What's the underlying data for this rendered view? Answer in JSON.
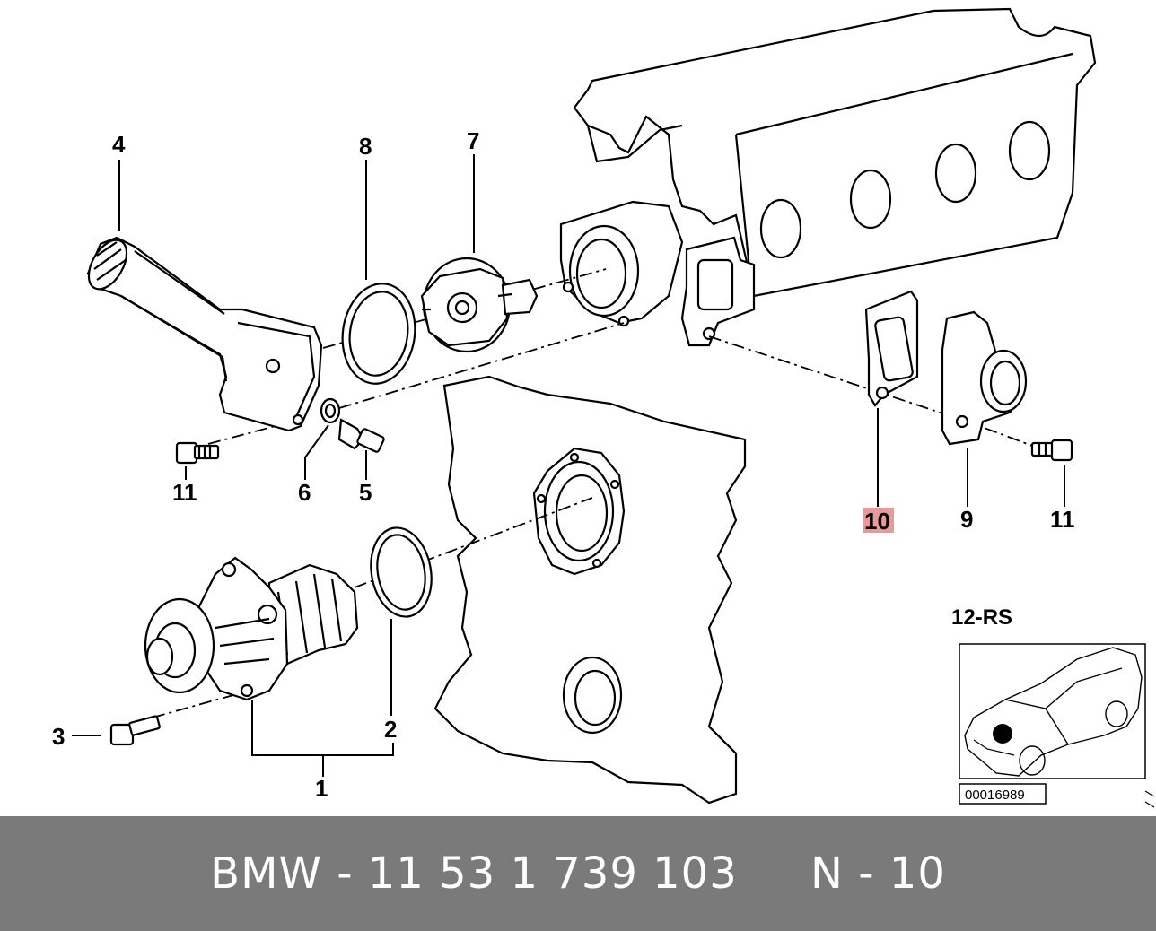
{
  "diagram": {
    "callouts": [
      {
        "id": "c1",
        "text": "1"
      },
      {
        "id": "c2",
        "text": "2"
      },
      {
        "id": "c3",
        "text": "3"
      },
      {
        "id": "c4",
        "text": "4"
      },
      {
        "id": "c5",
        "text": "5"
      },
      {
        "id": "c6",
        "text": "6"
      },
      {
        "id": "c7",
        "text": "7"
      },
      {
        "id": "c8",
        "text": "8"
      },
      {
        "id": "c9",
        "text": "9"
      },
      {
        "id": "c10",
        "text": "10",
        "highlighted": true
      },
      {
        "id": "c11a",
        "text": "11"
      },
      {
        "id": "c11b",
        "text": "11"
      }
    ],
    "highlight_color": "#e8999a",
    "group_label": "12-RS",
    "inset": {
      "image_code": "00016989"
    }
  },
  "footer": {
    "text": "BMW - 11 53 1 739 103     N - 10",
    "background": "#7a7a7a"
  }
}
